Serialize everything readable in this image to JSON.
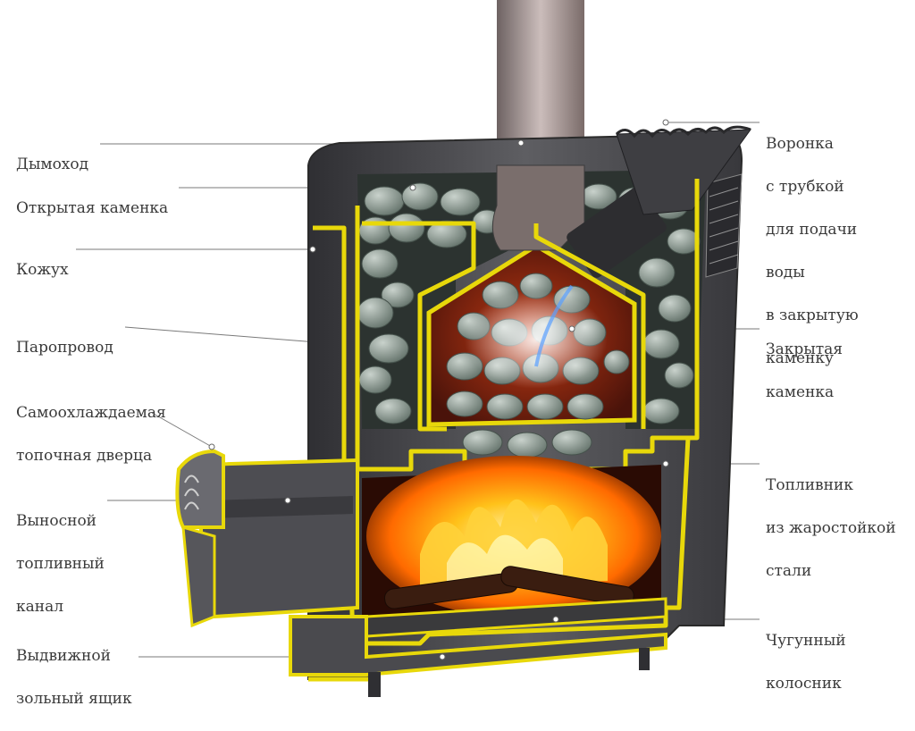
{
  "labels": {
    "chimney": [
      "Дымоход"
    ],
    "open_heater": [
      "Открытая каменка"
    ],
    "casing": [
      "Кожух"
    ],
    "steam_duct": [
      "Паропровод"
    ],
    "door": [
      "Самоохлаждаемая",
      "топочная дверца"
    ],
    "fuel_channel": [
      "Выносной",
      "топливный",
      "канал"
    ],
    "ash_drawer": [
      "Выдвижной",
      "зольный ящик"
    ],
    "funnel": [
      "Воронка",
      "с трубкой",
      "для подачи",
      "воды",
      "в закрытую",
      "каменку"
    ],
    "closed_heater": [
      "Закрытая",
      "каменка"
    ],
    "firebox": [
      "Топливник",
      "из жаростойкой",
      "стали"
    ],
    "grate": [
      "Чугунный",
      "колосник"
    ]
  },
  "colors": {
    "outline": "#e8d80a",
    "body": "#5b5b5e",
    "body_dark": "#3c3c3f",
    "leader": "#6a6a6a",
    "fire": "#ffb000",
    "stone": "#8c9a91",
    "interior": "#6a1f12"
  }
}
